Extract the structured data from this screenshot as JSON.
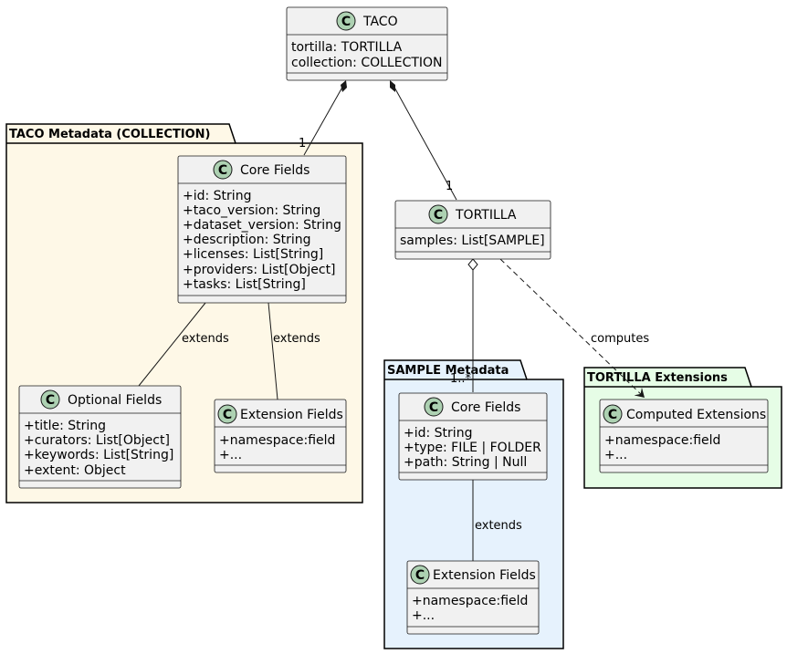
{
  "colors": {
    "class_fill": "#f1f1f1",
    "class_stroke": "#181818",
    "circle_fill": "#add1b2",
    "pkg_collection_fill": "#fef8e7",
    "pkg_sample_fill": "#e6f2fd",
    "pkg_ext_fill": "#e6fde6"
  },
  "packages": {
    "collection": "TACO Metadata (COLLECTION)",
    "sample": "SAMPLE Metadata",
    "extensions": "TORTILLA Extensions"
  },
  "classes": {
    "taco": {
      "letter": "C",
      "name": "TACO",
      "attrs": [
        "tortilla: TORTILLA",
        "collection: COLLECTION"
      ]
    },
    "collection_core": {
      "letter": "C",
      "name": "Core Fields",
      "attrs": [
        "+id: String",
        "+taco_version: String",
        "+dataset_version: String",
        "+description: String",
        "+licenses: List[String]",
        "+providers: List[Object]",
        "+tasks: List[String]"
      ]
    },
    "optional": {
      "letter": "C",
      "name": "Optional Fields",
      "attrs": [
        "+title: String",
        "+curators: List[Object]",
        "+keywords: List[String]",
        "+extent: Object"
      ]
    },
    "collection_ext": {
      "letter": "C",
      "name": "Extension Fields",
      "attrs": [
        "+namespace:field",
        "+..."
      ]
    },
    "tortilla": {
      "letter": "C",
      "name": "TORTILLA",
      "attrs": [
        "samples: List[SAMPLE]"
      ]
    },
    "sample_core": {
      "letter": "C",
      "name": "Core Fields",
      "attrs": [
        "+id: String",
        "+type: FILE | FOLDER",
        "+path: String | Null"
      ]
    },
    "sample_ext": {
      "letter": "C",
      "name": "Extension Fields",
      "attrs": [
        "+namespace:field",
        "+..."
      ]
    },
    "computed": {
      "letter": "C",
      "name": "Computed Extensions",
      "attrs": [
        "+namespace:field",
        "+..."
      ]
    }
  },
  "edges": {
    "taco_collection_mult": "1",
    "taco_tortilla_mult": "1",
    "tortilla_sample_mult": "1..*",
    "extends_label": "extends",
    "computes_label": "computes"
  }
}
